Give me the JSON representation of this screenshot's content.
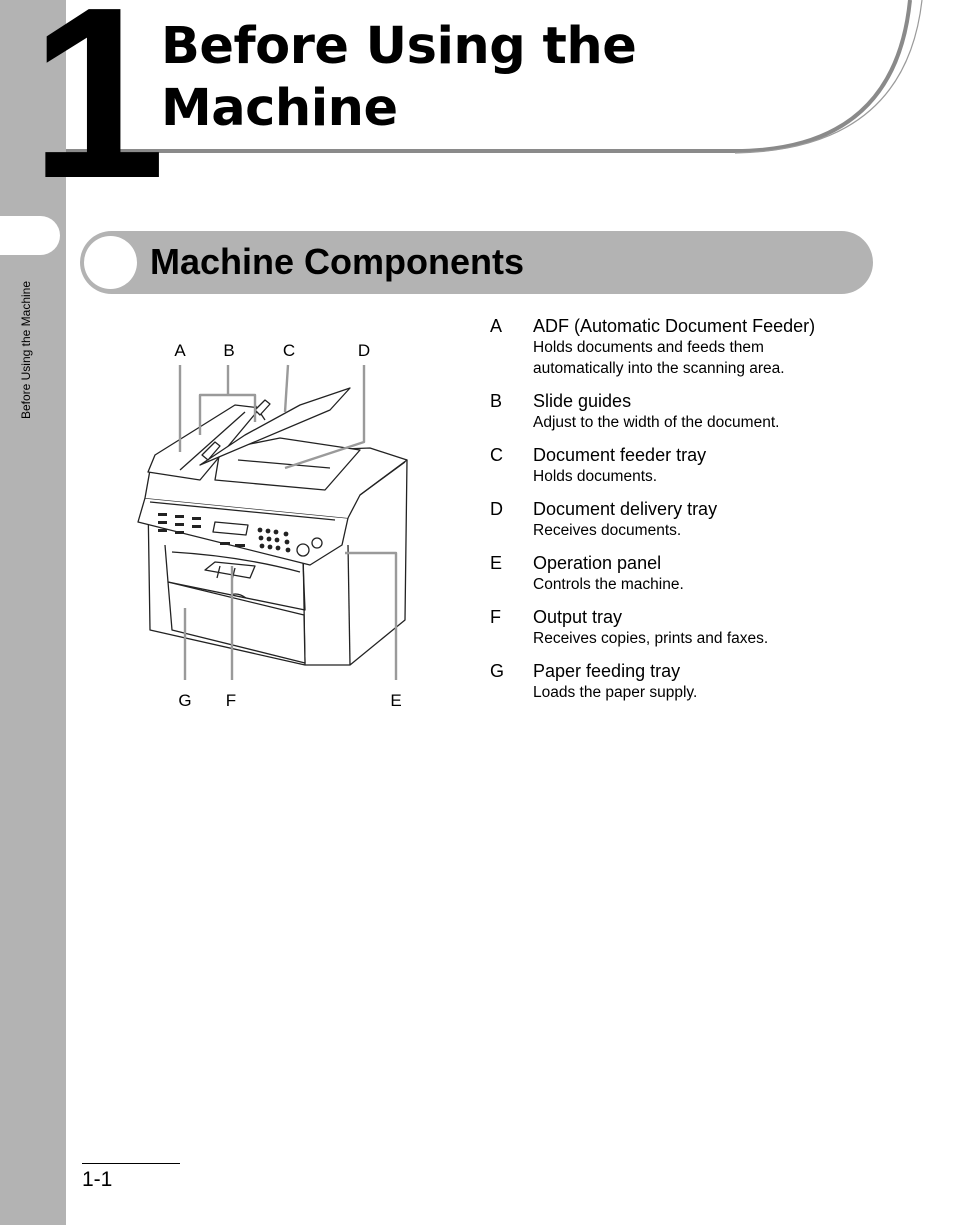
{
  "side_label": "Before Using the Machine",
  "chapter": {
    "number": "1",
    "title_line1": "Before Using the",
    "title_line2": "Machine"
  },
  "section": {
    "title": "Machine Components"
  },
  "figure": {
    "top_labels": [
      "A",
      "B",
      "C",
      "D"
    ],
    "bottom_labels": [
      "G",
      "F",
      "E"
    ]
  },
  "components": [
    {
      "letter": "A",
      "name": "ADF (Automatic Document Feeder)",
      "desc_lines": [
        "Holds documents and feeds them",
        "automatically into the scanning area."
      ]
    },
    {
      "letter": "B",
      "name": "Slide guides",
      "desc_lines": [
        "Adjust to the width of the document."
      ]
    },
    {
      "letter": "C",
      "name": "Document feeder tray",
      "desc_lines": [
        "Holds documents."
      ]
    },
    {
      "letter": "D",
      "name": "Document delivery tray",
      "desc_lines": [
        "Receives documents."
      ]
    },
    {
      "letter": "E",
      "name": "Operation panel",
      "desc_lines": [
        "Controls the machine."
      ]
    },
    {
      "letter": "F",
      "name": "Output tray",
      "desc_lines": [
        "Receives copies, prints and faxes."
      ]
    },
    {
      "letter": "G",
      "name": "Paper feeding tray",
      "desc_lines": [
        "Loads the paper supply."
      ]
    }
  ],
  "page_number": "1-1"
}
